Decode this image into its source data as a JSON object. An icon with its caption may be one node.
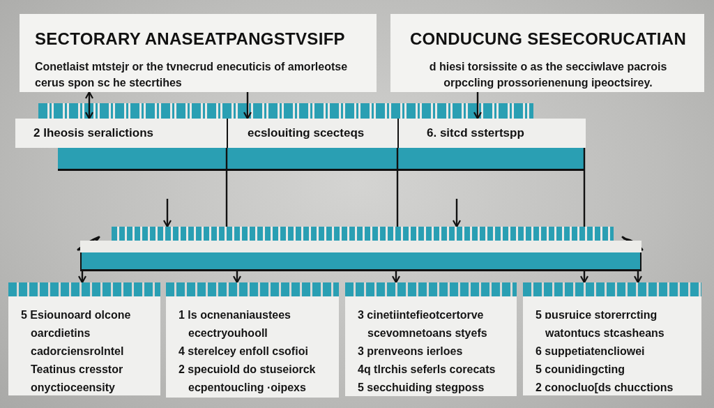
{
  "diagram": {
    "nodes": [
      {
        "text": [
          "SECTORARY ANASEATPANGSTVSIFP",
          "Conetlaist mtstejr or the tvnecrud enecuticis of amorleotse cerus spon sc he stecrtihes"
        ]
      },
      {
        "text": [
          "CONDUCUNG SESECORUCATIAN",
          "d hiesi torsissite o as the secciwlave pacrois orpccling prossorienenung ipeoctsirey."
        ]
      },
      {
        "text": [
          "2 Iheosis seralictions"
        ]
      },
      {
        "text": [
          "ecslouiting scecteqs"
        ]
      },
      {
        "text": [
          "6. sitcd sstertspp"
        ]
      },
      {
        "text": [],
        "shape": "bar"
      },
      {
        "text": [
          "5 Esiounoard olcone",
          "oarcdietins",
          "cadorciensrolntel",
          "Teatinus cresstor",
          "onyctioceensity"
        ]
      },
      {
        "text": [
          "1 ls ocnenaniaustees",
          "ecectryouhooll",
          "4 sterelcey enfoll csofioi",
          "2 specuiold do stuseiorck",
          "ecpentoucling ·oipexs"
        ]
      },
      {
        "text": [
          "3 cinetiintefieotcertorve",
          "scevomnetoans styefs",
          "3 prenveons ierloes",
          "4q tlrchis seferls corecats",
          "5 secchuiding stegposs"
        ]
      },
      {
        "text": [
          "5 ɒusruice storerrcting",
          "watontucs stcasheans",
          "6 suppetiatencliowei",
          "5 counidingcting",
          "2 conocluo[ds chucctions"
        ]
      }
    ],
    "edges": [
      {
        "from": 0,
        "to": 2,
        "arrow": "both"
      },
      {
        "from": 0,
        "to": 3,
        "arrow": "to"
      },
      {
        "from": 1,
        "to": 4,
        "arrow": "to"
      },
      {
        "from": 3,
        "to": 5,
        "arrow": "none"
      },
      {
        "from": 4,
        "to": 5,
        "arrow": "none"
      },
      {
        "from": 4,
        "to": 5,
        "arrow": "none"
      },
      {
        "from": 5,
        "to": 6,
        "arrow": "to"
      },
      {
        "from": 5,
        "to": 7,
        "arrow": "to"
      },
      {
        "from": 5,
        "to": 8,
        "arrow": "to"
      },
      {
        "from": 5,
        "to": 9,
        "arrow": "to"
      },
      {
        "from": 5,
        "to": 9,
        "arrow": "to"
      },
      {
        "from": null,
        "to": 5,
        "arrow": "to"
      },
      {
        "from": null,
        "to": 5,
        "arrow": "to"
      }
    ]
  }
}
